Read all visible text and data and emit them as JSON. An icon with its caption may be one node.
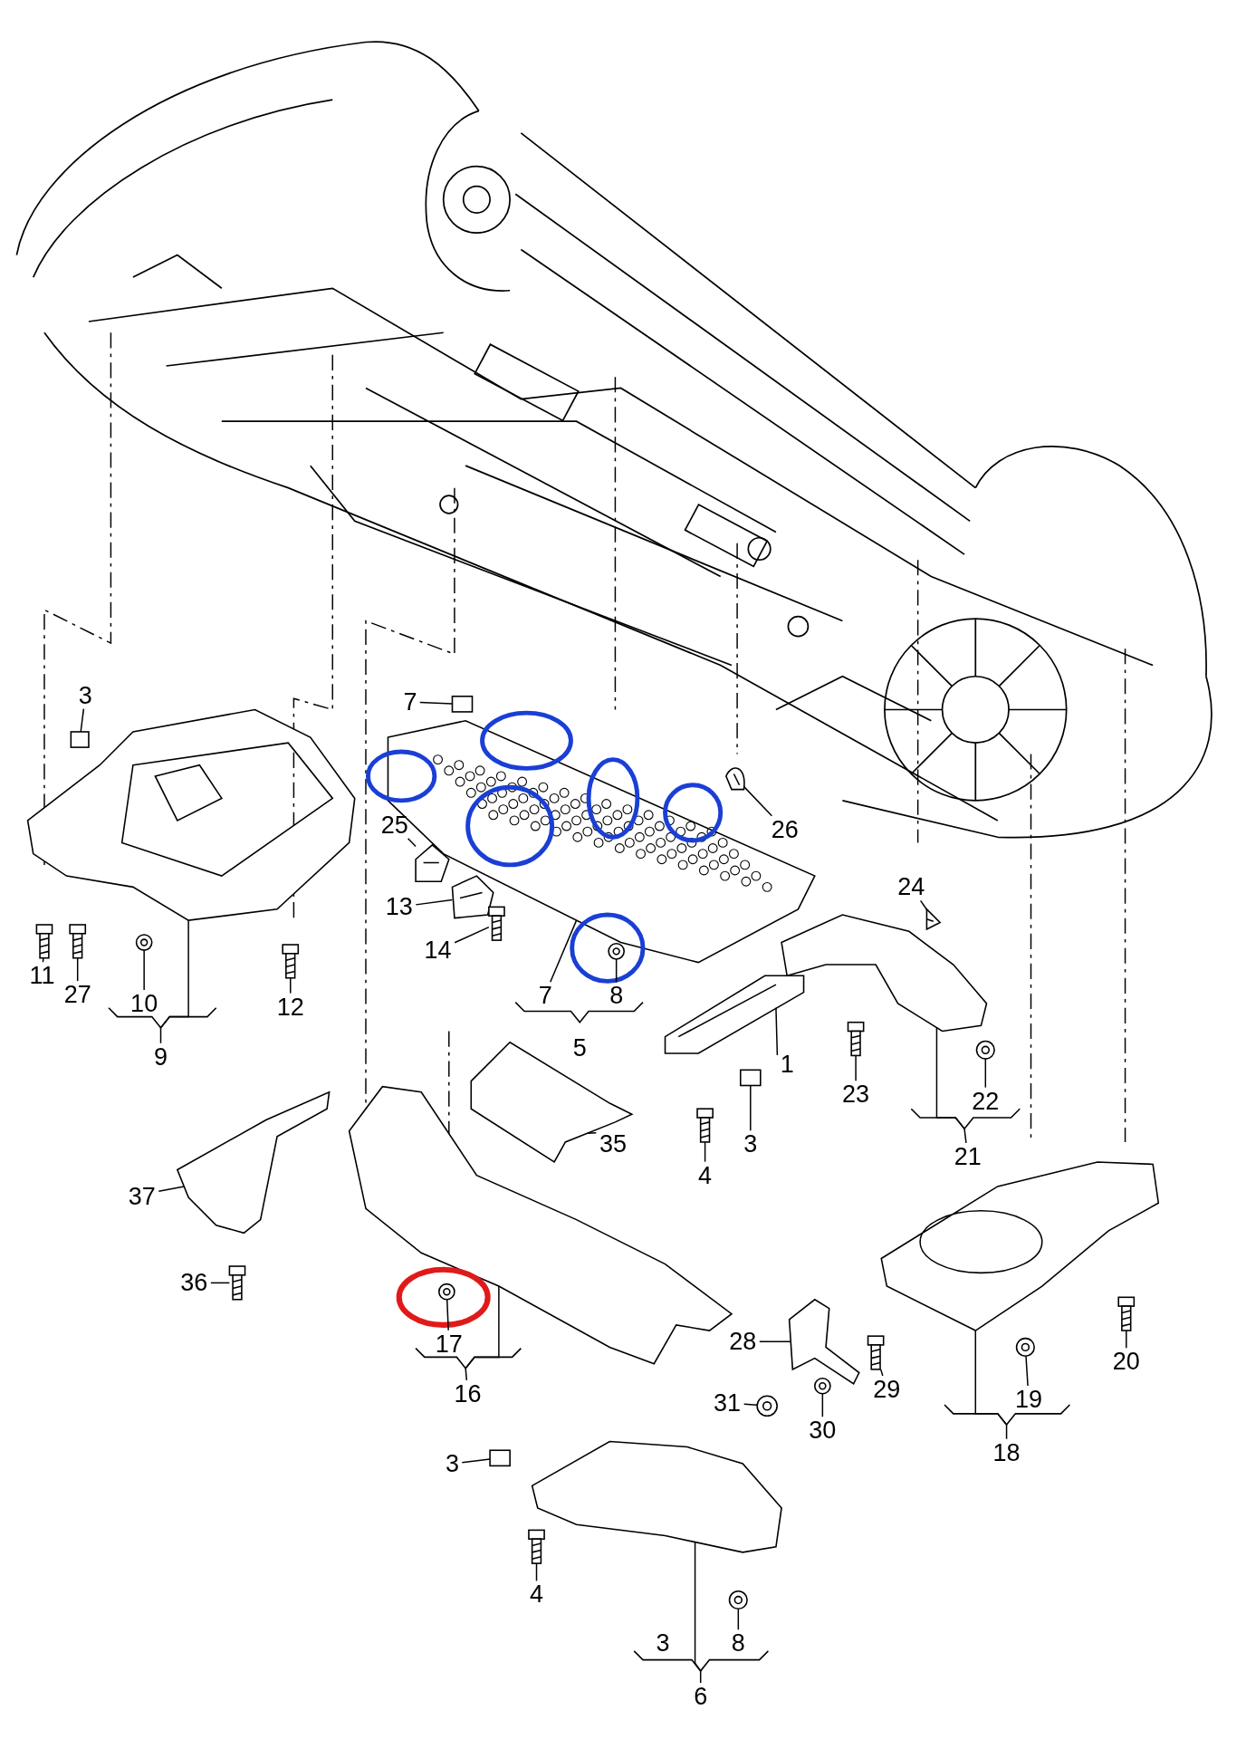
{
  "diagram": {
    "nodes": [
      {
        "text": [
          "3"
        ]
      },
      {
        "text": [
          "11"
        ]
      },
      {
        "text": [
          "27"
        ]
      },
      {
        "text": [
          "10"
        ]
      },
      {
        "text": [
          "12"
        ]
      },
      {
        "text": [
          "9"
        ]
      },
      {
        "text": [
          "7"
        ]
      },
      {
        "text": [
          "25"
        ]
      },
      {
        "text": [
          "13"
        ]
      },
      {
        "text": [
          "14"
        ]
      },
      {
        "text": [
          "7"
        ]
      },
      {
        "text": [
          "8"
        ]
      },
      {
        "text": [
          "5"
        ]
      },
      {
        "text": [
          "26"
        ]
      },
      {
        "text": [
          "24"
        ]
      },
      {
        "text": [
          "1"
        ]
      },
      {
        "text": [
          "23"
        ]
      },
      {
        "text": [
          "22"
        ]
      },
      {
        "text": [
          "21"
        ]
      },
      {
        "text": [
          "3"
        ]
      },
      {
        "text": [
          "4"
        ]
      },
      {
        "text": [
          "35"
        ]
      },
      {
        "text": [
          "37"
        ]
      },
      {
        "text": [
          "36"
        ]
      },
      {
        "text": [
          "17"
        ]
      },
      {
        "text": [
          "16"
        ]
      },
      {
        "text": [
          "28"
        ]
      },
      {
        "text": [
          "29"
        ]
      },
      {
        "text": [
          "31"
        ]
      },
      {
        "text": [
          "30"
        ]
      },
      {
        "text": [
          "19"
        ]
      },
      {
        "text": [
          "18"
        ]
      },
      {
        "text": [
          "20"
        ]
      },
      {
        "text": [
          "3"
        ]
      },
      {
        "text": [
          "4"
        ]
      },
      {
        "text": [
          "3"
        ]
      },
      {
        "text": [
          "8"
        ]
      },
      {
        "text": [
          "6"
        ]
      },
      {
        "text": [],
        "shape": "box",
        "in": 69
      },
      {
        "text": [],
        "shape": "picture"
      },
      {
        "text": [],
        "shape": "picture"
      },
      {
        "text": [],
        "shape": "picture"
      },
      {
        "text": [],
        "shape": "picture"
      },
      {
        "text": [],
        "shape": "box"
      },
      {
        "text": [],
        "shape": "picture"
      },
      {
        "text": [],
        "shape": "picture"
      },
      {
        "text": [],
        "shape": "picture"
      },
      {
        "text": [],
        "shape": "picture"
      },
      {
        "text": [],
        "shape": "picture"
      },
      {
        "text": [],
        "shape": "picture"
      },
      {
        "text": [],
        "shape": "picture"
      },
      {
        "text": [],
        "shape": "picture"
      },
      {
        "text": [],
        "shape": "picture"
      },
      {
        "text": [],
        "shape": "picture"
      },
      {
        "text": [],
        "shape": "box"
      },
      {
        "text": [],
        "shape": "picture"
      },
      {
        "text": [],
        "shape": "picture"
      },
      {
        "text": [],
        "shape": "picture"
      },
      {
        "text": [],
        "shape": "picture"
      },
      {
        "text": [],
        "shape": "picture"
      },
      {
        "text": [],
        "shape": "picture"
      },
      {
        "text": [],
        "shape": "picture"
      },
      {
        "text": [],
        "shape": "picture"
      },
      {
        "text": [],
        "shape": "picture"
      },
      {
        "text": [],
        "shape": "picture"
      },
      {
        "text": [],
        "shape": "picture",
        "in": 72
      },
      {
        "text": [],
        "shape": "box"
      },
      {
        "text": [],
        "shape": "picture"
      },
      {
        "text": [],
        "shape": "picture"
      },
      {
        "text": [],
        "shape": "picture"
      },
      {
        "text": [],
        "shape": "picture"
      },
      {
        "text": [],
        "shape": "picture"
      },
      {
        "text": [],
        "shape": "picture"
      },
      {
        "text": [],
        "shape": "picture"
      }
    ],
    "edges": [
      {
        "from": 0,
        "to": 38,
        "arrow": "none"
      },
      {
        "from": 1,
        "to": 39,
        "arrow": "none"
      },
      {
        "from": 2,
        "to": 40,
        "arrow": "none"
      },
      {
        "from": 3,
        "to": 41,
        "arrow": "none"
      },
      {
        "from": 4,
        "to": 42,
        "arrow": "none"
      },
      {
        "from": 6,
        "to": 43,
        "arrow": "none"
      },
      {
        "from": 7,
        "to": 44,
        "arrow": "none"
      },
      {
        "from": 8,
        "to": 45,
        "arrow": "none"
      },
      {
        "from": 9,
        "to": 46,
        "arrow": "none"
      },
      {
        "from": 10,
        "to": 47,
        "arrow": "none"
      },
      {
        "from": 11,
        "to": 48,
        "arrow": "none"
      },
      {
        "from": 13,
        "to": 49,
        "arrow": "none"
      },
      {
        "from": 14,
        "to": 50,
        "arrow": "none"
      },
      {
        "from": 15,
        "to": 51,
        "arrow": "none"
      },
      {
        "from": 16,
        "to": 52,
        "arrow": "none"
      },
      {
        "from": 17,
        "to": 53,
        "arrow": "none"
      },
      {
        "from": 19,
        "to": 54,
        "arrow": "none"
      },
      {
        "from": 20,
        "to": 55,
        "arrow": "none"
      },
      {
        "from": 21,
        "to": 56,
        "arrow": "none"
      },
      {
        "from": 22,
        "to": 57,
        "arrow": "none"
      },
      {
        "from": 23,
        "to": 58,
        "arrow": "none"
      },
      {
        "from": 24,
        "to": 59,
        "arrow": "none"
      },
      {
        "from": 26,
        "to": 60,
        "arrow": "none"
      },
      {
        "from": 27,
        "to": 61,
        "arrow": "none"
      },
      {
        "from": 28,
        "to": 62,
        "arrow": "none"
      },
      {
        "from": 29,
        "to": 63,
        "arrow": "none"
      },
      {
        "from": 30,
        "to": 64,
        "arrow": "none"
      },
      {
        "from": 32,
        "to": 65,
        "arrow": "none"
      },
      {
        "from": 33,
        "to": 66,
        "arrow": "none"
      },
      {
        "from": 34,
        "to": 67,
        "arrow": "none"
      },
      {
        "from": 36,
        "to": 68,
        "arrow": "none"
      },
      {
        "from": 5,
        "to": 69,
        "arrow": "none"
      },
      {
        "from": 18,
        "to": 70,
        "arrow": "none"
      },
      {
        "from": 25,
        "to": 71,
        "arrow": "none"
      },
      {
        "from": 31,
        "to": 72,
        "arrow": "none"
      },
      {
        "from": 37,
        "to": 73,
        "arrow": "none"
      }
    ]
  }
}
